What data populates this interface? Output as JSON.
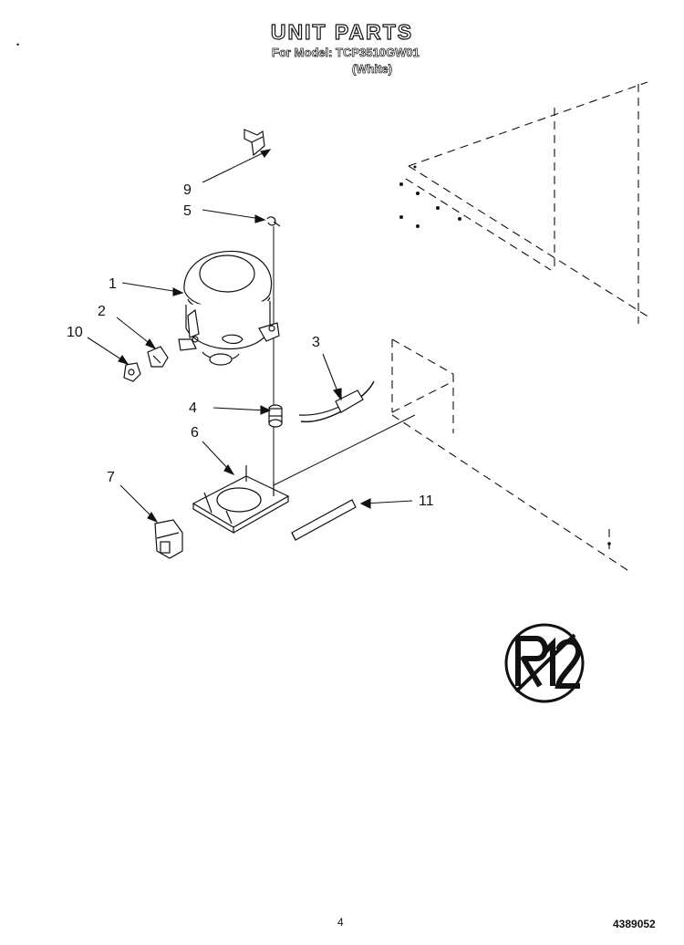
{
  "header": {
    "title": "UNIT PARTS",
    "model_line": "For Model: TCP3510GW01",
    "color_line": "(White)",
    "corner_mark": "•"
  },
  "callouts": [
    {
      "id": "1",
      "part": "compressor"
    },
    {
      "id": "2",
      "part": "overload-relay"
    },
    {
      "id": "3",
      "part": "drier-tube"
    },
    {
      "id": "4",
      "part": "grommet"
    },
    {
      "id": "5",
      "part": "clip-pin"
    },
    {
      "id": "6",
      "part": "compressor-base"
    },
    {
      "id": "7",
      "part": "terminal-cover"
    },
    {
      "id": "9",
      "part": "bracket-clip"
    },
    {
      "id": "10",
      "part": "relay-cap"
    },
    {
      "id": "11",
      "part": "rail"
    }
  ],
  "badge": {
    "text": "R12",
    "icon": "no-r12-icon"
  },
  "footer": {
    "page_number": "4",
    "document_number": "4389052"
  }
}
